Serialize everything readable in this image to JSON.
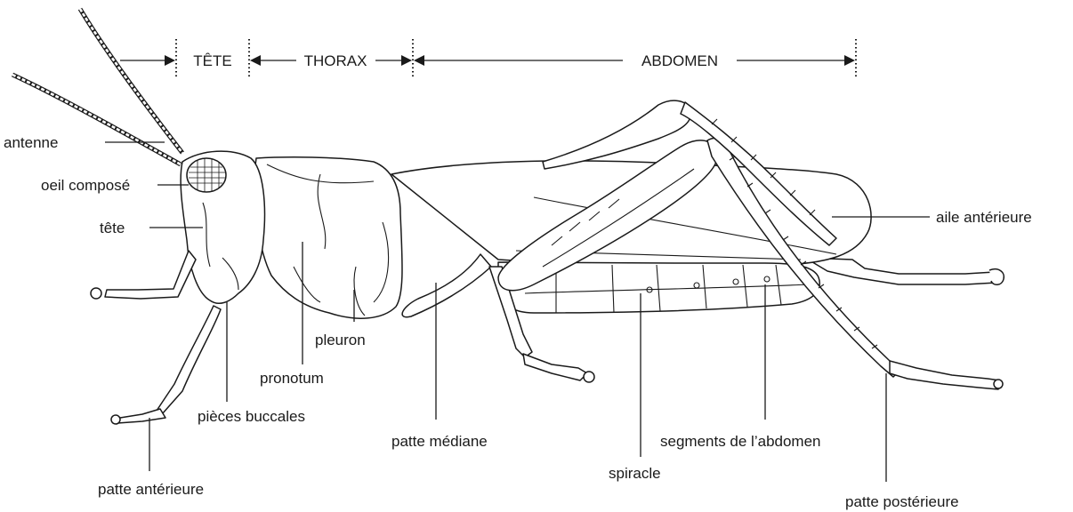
{
  "sections": {
    "head": "TÊTE",
    "thorax": "THORAX",
    "abdomen": "ABDOMEN"
  },
  "labels": {
    "antenna": "antenne",
    "compound_eye": "oeil composé",
    "head": "tête",
    "pronotum": "pronotum",
    "pleuron": "pleuron",
    "mouthparts": "pièces buccales",
    "foreleg": "patte antérieure",
    "middle_leg": "patte médiane",
    "spiracle": "spiracle",
    "abdomen_segments": "segments de l’abdomen",
    "forewing": "aile antérieure",
    "hind_leg": "patte postérieure"
  },
  "colors": {
    "ink": "#1a1a1a",
    "background": "#ffffff"
  }
}
